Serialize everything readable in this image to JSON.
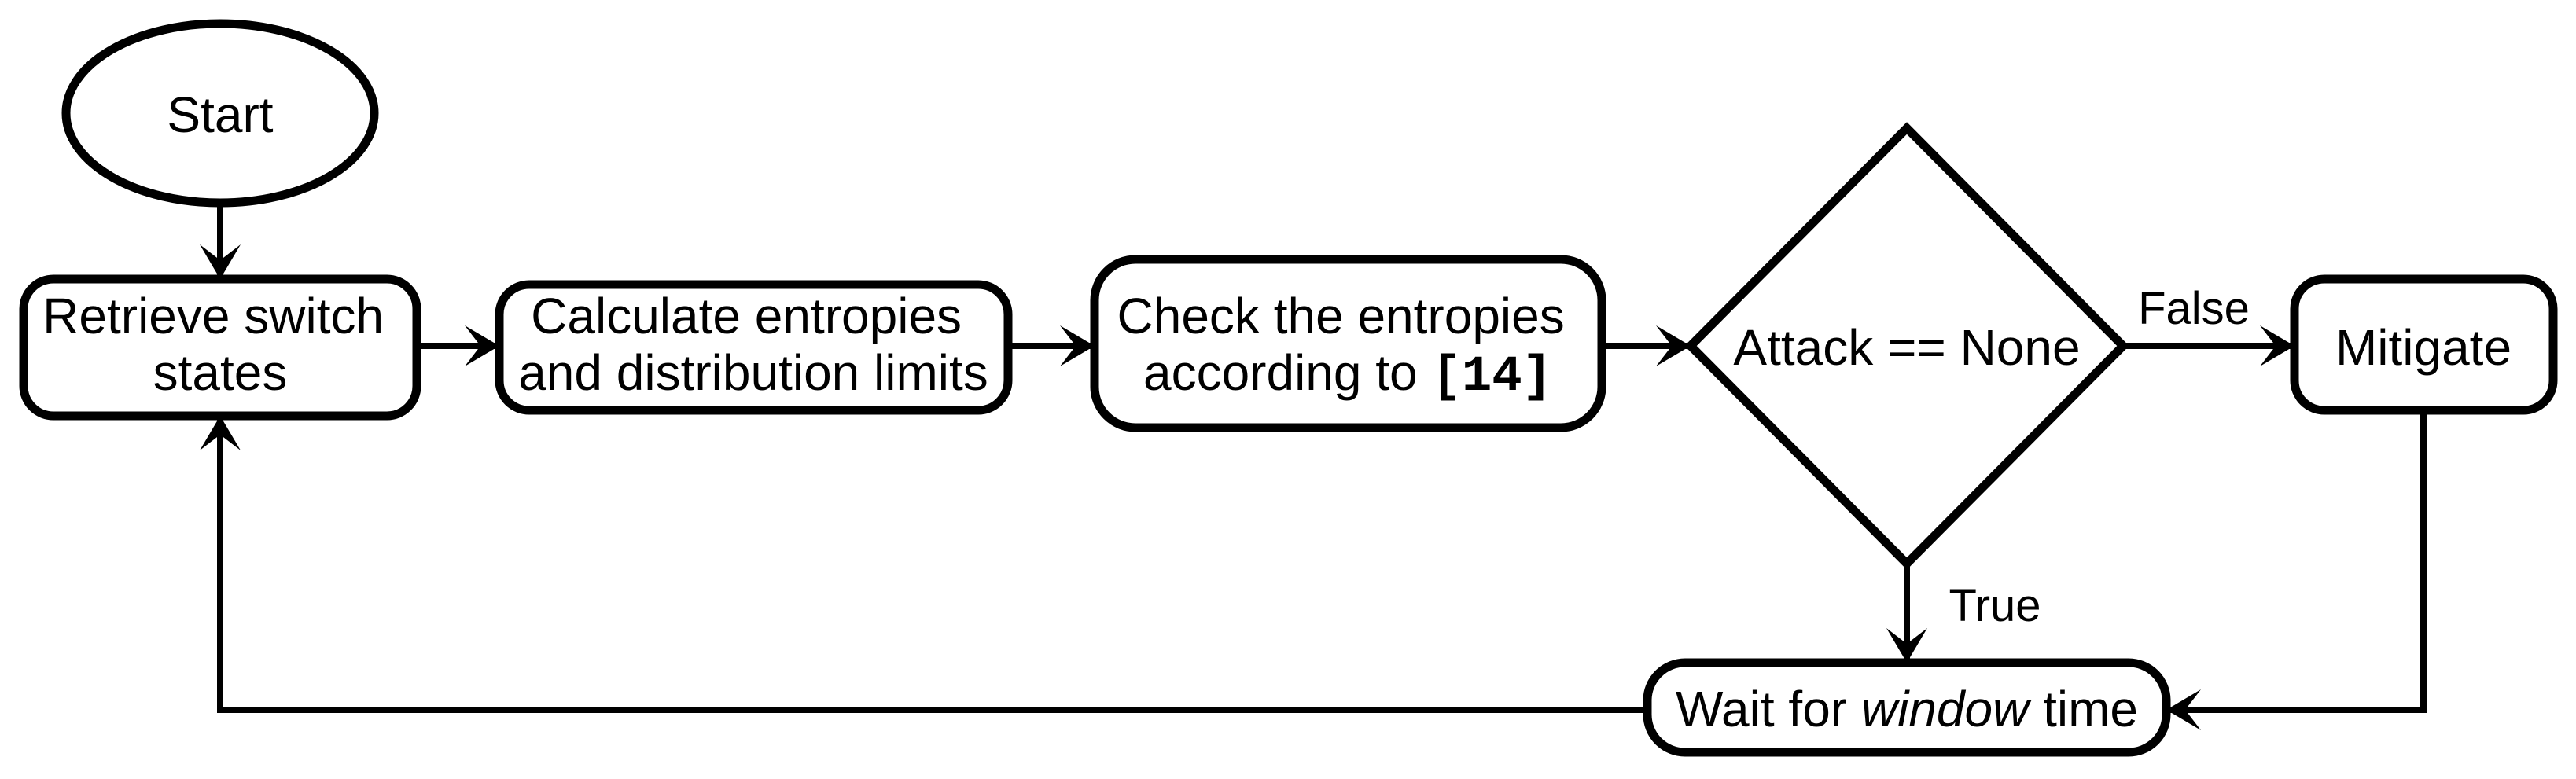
{
  "diagram": {
    "type": "flowchart",
    "background_color": "#ffffff",
    "line_color": "#000000",
    "text_color": "#000000",
    "nodes": {
      "start": {
        "shape": "ellipse",
        "label": "Start"
      },
      "retrieve": {
        "shape": "rounded-rect",
        "line1": "Retrieve switch",
        "line2": "states"
      },
      "calculate": {
        "shape": "rounded-rect",
        "line1": "Calculate entropies",
        "line2": "and distribution limits"
      },
      "check": {
        "shape": "rounded-rect",
        "line1": "Check the entropies",
        "line2_prefix": "according to ",
        "line2_citation": "[14]"
      },
      "decision": {
        "shape": "diamond",
        "label": "Attack == None"
      },
      "mitigate": {
        "shape": "rounded-rect",
        "label": "Mitigate"
      },
      "wait": {
        "shape": "rounded-rect",
        "prefix": "Wait for ",
        "emphasis": "window",
        "suffix": " time"
      }
    },
    "edge_labels": {
      "false_branch": "False",
      "true_branch": "True"
    }
  }
}
